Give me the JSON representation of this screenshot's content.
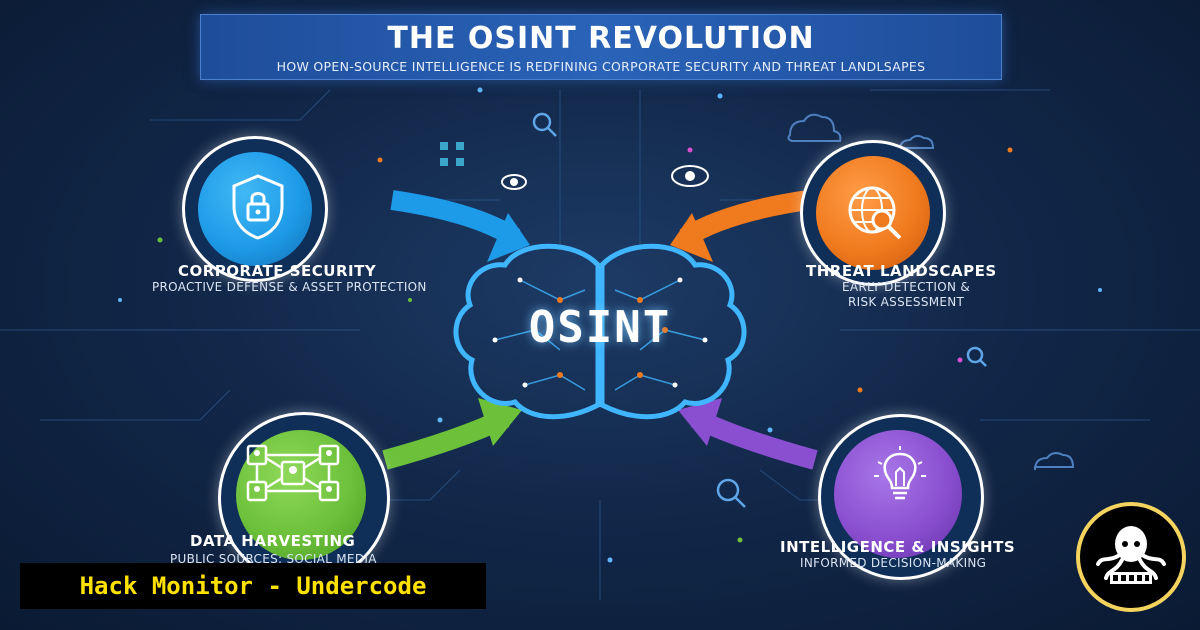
{
  "header": {
    "title": "THE OSINT REVOLUTION",
    "subtitle": "HOW OPEN-SOURCE INTELLIGENCE IS REDFINING CORPORATE SECURITY AND THREAT LANDLSAPES"
  },
  "center": {
    "label": "OSINT"
  },
  "nodes": {
    "corporate": {
      "title": "CORPORATE SECURITY",
      "sub1": "PROACTIVE DEFENSE & ASSET PROTECTION",
      "color": "#1e9be8"
    },
    "threat": {
      "title": "THREAT LANDSCAPES",
      "sub1": "EARLY DETECTION &",
      "sub2": "RISK ASSESSMENT",
      "color": "#f07a1e"
    },
    "data": {
      "title": "DATA HARVESTING",
      "sub1": "PUBLIC SOURCES: SOCIAL MEDIA",
      "color": "#6cc03a"
    },
    "intel": {
      "title": "INTELLIGENCE & INSIGHTS",
      "sub1": "INFORMED DECISION-MAKING",
      "color": "#8a4fd0"
    }
  },
  "footer": {
    "label": "Hack Monitor - Undercode"
  },
  "colors": {
    "banner": "#2a63b8",
    "brain": "#3fb6ff",
    "background": "#12284a",
    "footer_text": "#ffe100"
  }
}
